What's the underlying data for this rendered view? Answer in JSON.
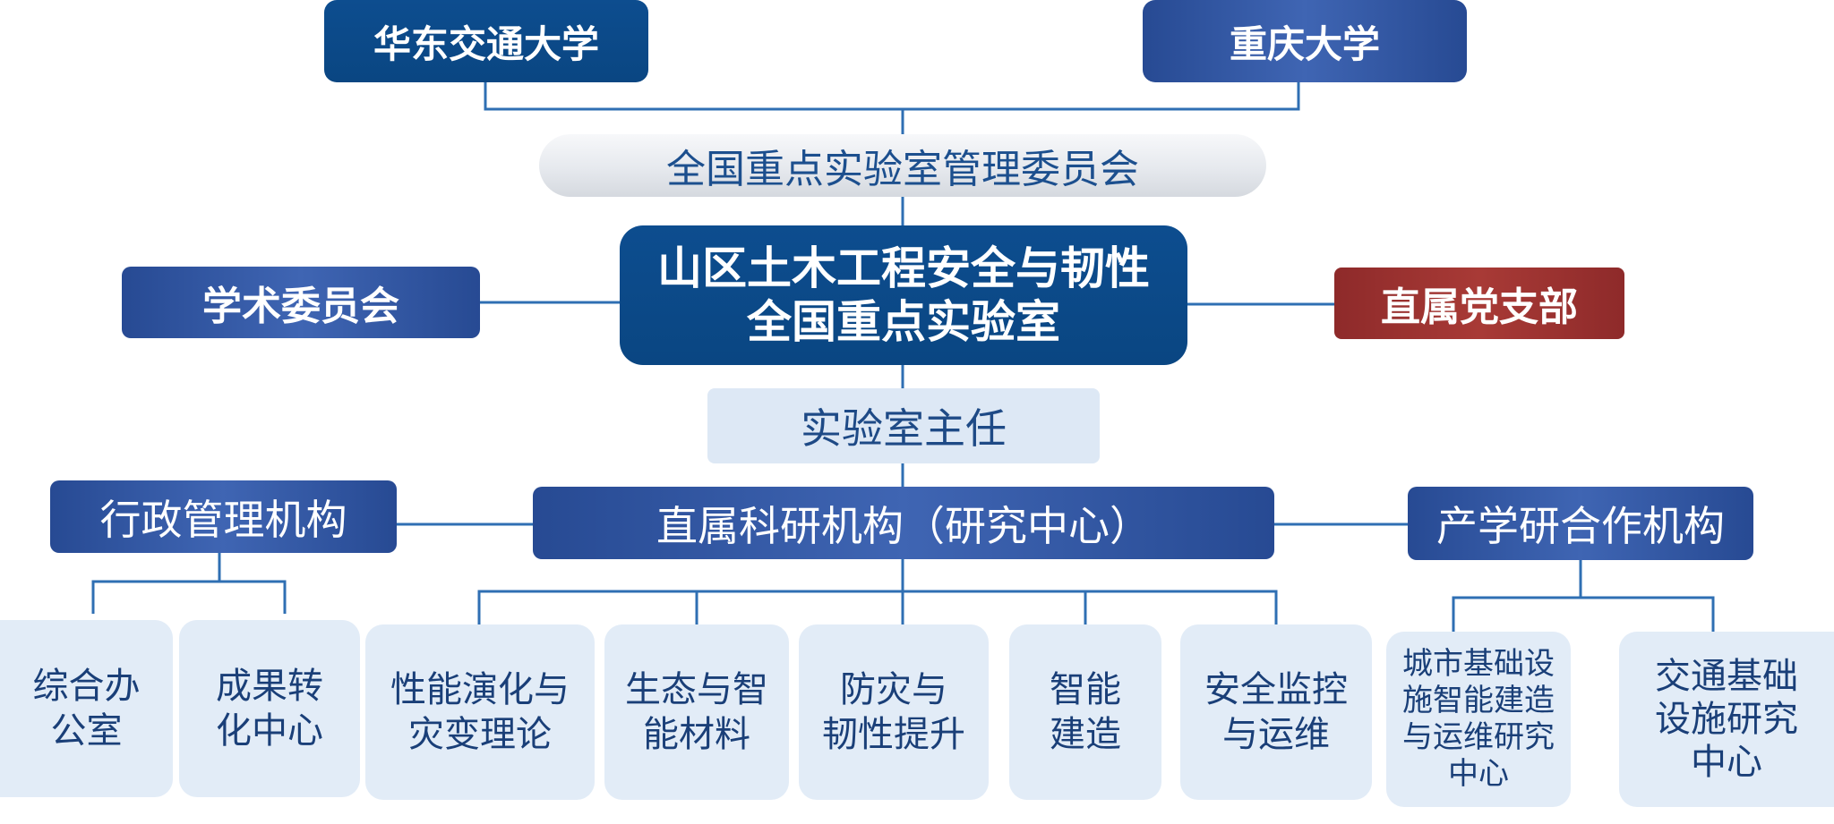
{
  "partners": {
    "left": "华东交通大学",
    "right": "重庆大学"
  },
  "committee": "全国重点实验室管理委员会",
  "lab": {
    "name": "山区土木工程安全与韧性\n全国重点实验室"
  },
  "academic_committee": "学术委员会",
  "party_branch": "直属党支部",
  "director": "实验室主任",
  "branches": {
    "admin": "行政管理机构",
    "research": "直属科研机构（研究中心）",
    "industry": "产学研合作机构"
  },
  "admin_units": [
    "综合办\n公室",
    "成果转\n化中心"
  ],
  "research_units": [
    "性能演化与\n灾变理论",
    "生态与智\n能材料",
    "防灾与\n韧性提升",
    "智能\n建造",
    "安全监控\n与运维"
  ],
  "industry_units": [
    "城市基础设\n施智能建造\n与运维研究\n中心",
    "交通基础\n设施研究\n中心"
  ],
  "colors": {
    "navy": "#0a4a8c",
    "royal": "#2d51a0",
    "party_red": "#9b3330",
    "line": "#2f6fb3",
    "pale": "#dde8f5"
  }
}
